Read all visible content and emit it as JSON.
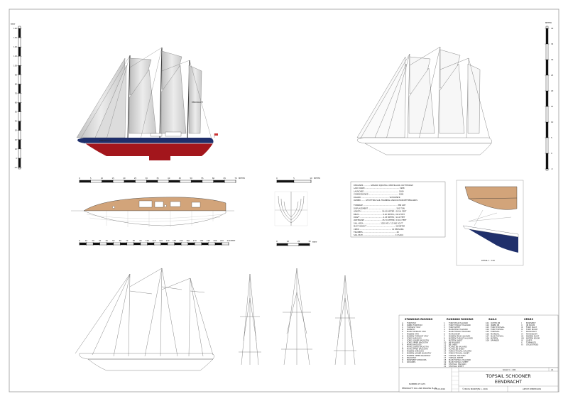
{
  "scales": {
    "left_unit": "FEET",
    "left_ticks": [
      "140",
      "130",
      "120",
      "110",
      "100",
      "90",
      "80",
      "70",
      "60",
      "50",
      "40",
      "30",
      "20",
      "10",
      "0",
      "-10"
    ],
    "right_unit": "METER",
    "right_ticks": [
      "40",
      "35",
      "30",
      "25",
      "20",
      "15",
      "10",
      "5",
      "0",
      "-5"
    ],
    "h_meter_label": "METER",
    "h_meter_ticks": [
      "0",
      "5",
      "10",
      "15",
      "20",
      "25",
      "30",
      "35",
      "40",
      "45",
      "50",
      "55",
      "60",
      "65",
      "70"
    ],
    "h_feet_label": "FEET",
    "h_feet_ticks": [
      "0",
      "10",
      "20",
      "30",
      "40",
      "50",
      "60",
      "70",
      "80",
      "90",
      "100",
      "110",
      "120",
      "130",
      "140",
      "150",
      "160",
      "170",
      "180",
      "190",
      "200",
      "210",
      "220"
    ],
    "section_meter_label": "METER",
    "section_meter_ticks": [
      "0",
      "5",
      "10"
    ],
    "section_feet_label": "FEET",
    "section_feet_ticks": [
      "0",
      "10",
      "20",
      "30"
    ]
  },
  "specs": {
    "lines": [
      "DESIGNER ........... GERARD DIJKSTRA, NEDERLAND, ROTTERDAM",
      "LAID DOWN .......................................................... 1988",
      "LAUNCHED .......................................................... 1989",
      "COMMISSIONED .................................................. 1989",
      "RIGGED ............................................... SCHOONER",
      "OWNER ....... STICHTING SAIL TRAINING ASSOCIATION NETHERLANDS",
      "TONNAGE .......................................................... 380 GRT",
      "DISPLACEMENT ............................................... 500 TON",
      "LENGTH .................................. 59.00 METER / 193.6 FEET",
      "BEAM ....................................... 8.20 METER / 26.9 FEET",
      "DRAFT ...................................... 4.25 METER / 14.0 FEET",
      "WATERLINE ............................. 45.70 METER / 150.0 FEET",
      "SAIL AREA ............................ 1200 M2 / 12 900 SQ FT",
      "MAST HEIGHT ................................................ 38 METER",
      "CREW ...................................................... 12 PERSONS",
      "TRAINEES ........................................................ 40",
      "SAIL NUM ...................................................... 14 SAILS"
    ]
  },
  "detail_view": {
    "caption": "DETAIL 1 : 100"
  },
  "legend": {
    "standing": {
      "title": "STANDING RIGGING",
      "items": [
        [
          "A",
          "FORESTAY"
        ],
        [
          "B",
          "INNER FORESTAY"
        ],
        [
          "C",
          "TOPMAST STAY"
        ],
        [
          "D",
          "BOBSTAY"
        ],
        [
          "E",
          "MAIN TOPMAST STAY"
        ],
        [
          "F",
          "MIZZEN STAY"
        ],
        [
          "G",
          "MIZZEN TOPMAST STAY"
        ],
        [
          "H",
          "FORE SHROUDS"
        ],
        [
          "I",
          "FORE LOWER BACKSTAY"
        ],
        [
          "J",
          "FORE UPPER BACKSTAY"
        ],
        [
          "K",
          "MAIN SHROUDS"
        ],
        [
          "L",
          "MAIN LOWER BACKSTAY"
        ],
        [
          "M",
          "MAIN UPPER BACKSTAY"
        ],
        [
          "N",
          "MIZZEN SHROUDS"
        ],
        [
          "O",
          "MIZZEN LOWER BACKSTAY"
        ],
        [
          "P",
          "MIZZEN UPPER BACKSTAY"
        ],
        [
          "Q",
          "BACKSTAY"
        ],
        [
          "R",
          "BOWSPRIT SHROUDS"
        ],
        [
          "S",
          "RATLINES"
        ]
      ]
    },
    "running": {
      "title": "RUNNING RIGGING",
      "items": [
        [
          "1",
          "FORE PEAK HALYARD"
        ],
        [
          "2",
          "FORE THROAT HALYARD"
        ],
        [
          "3",
          "FORE SHEET"
        ],
        [
          "4",
          "MAIN PEAK HALYARD"
        ],
        [
          "5",
          "MAIN THROAT HALYARD"
        ],
        [
          "6",
          "MAIN SHEET"
        ],
        [
          "7",
          "MIZZEN PEAK HALYARD"
        ],
        [
          "8",
          "MIZZEN THROAT HALYARD"
        ],
        [
          "9",
          "MIZZEN SHEET"
        ],
        [
          "10",
          "JIB HALYARD"
        ],
        [
          "11",
          "JIB SHEET"
        ],
        [
          "12",
          "FLYING JIB HALYARD"
        ],
        [
          "13",
          "FLYING JIB SHEET"
        ],
        [
          "14",
          "FORE STAYSAIL HALYARD"
        ],
        [
          "15",
          "FORE STAYSAIL SHEET"
        ],
        [
          "16",
          "TOPSAIL HALYARD"
        ],
        [
          "17",
          "TOPSAIL SHEET"
        ],
        [
          "18",
          "MAIN TOPSAIL HALYARD"
        ],
        [
          "19",
          "MAIN TOPSAIL SHEET"
        ],
        [
          "20",
          "STAYSAIL HALYARD"
        ],
        [
          "21",
          "STAYSAIL SHEET"
        ],
        [
          "22",
          "LIFTS"
        ]
      ]
    },
    "sails": {
      "title": "SAILS",
      "items": [
        [
          "101",
          "OUTER JIB"
        ],
        [
          "102",
          "INNER JIB"
        ],
        [
          "103",
          "FORE STAYSAIL"
        ],
        [
          "104",
          "FORE TOPSAIL"
        ],
        [
          "105",
          "FORESAIL"
        ],
        [
          "106",
          "MAINSAIL"
        ],
        [
          "107",
          "MAIN TOPSAIL"
        ],
        [
          "108",
          "MIZZEN"
        ],
        [
          "109",
          "SPANKER"
        ]
      ]
    },
    "spars": {
      "title": "SPARS",
      "items": [
        [
          "I",
          "BOWSPRIT"
        ],
        [
          "II",
          "JIB BOOM"
        ],
        [
          "III",
          "FORE MAST"
        ],
        [
          "IV",
          "FORE BOOM"
        ],
        [
          "V",
          "MAIN MAST"
        ],
        [
          "VI",
          "MAIN BOOM"
        ],
        [
          "VII",
          "MIZZEN MAST"
        ],
        [
          "VIII",
          "MIZZEN BOOM"
        ],
        [
          "IX",
          "GAFFS"
        ],
        [
          "X",
          "TOPMASTS"
        ],
        [
          "XI",
          "CROSSTREES"
        ]
      ]
    }
  },
  "titleblock": {
    "scale": "SCALE 1 : 200",
    "sheet": "A1",
    "title_line1": "TOPSAIL SCHOONER",
    "title_line2": "EENDRACHT",
    "left_caption1": "NUMBER OF CATS",
    "left_caption2": "EENDRACHT SAIL AND RIGGING PLAN",
    "date": "27-03-2016",
    "drawn_by": "© BOOS BOONTJES 1, 2016",
    "client": "ARTIST IMPRESSION"
  },
  "colors": {
    "hull_red": "#a3161c",
    "hull_navy": "#1f2f6b",
    "deck_tan": "#d2a47a",
    "sail_gray": "#d6d6d6",
    "sheet_border": "#999999"
  }
}
